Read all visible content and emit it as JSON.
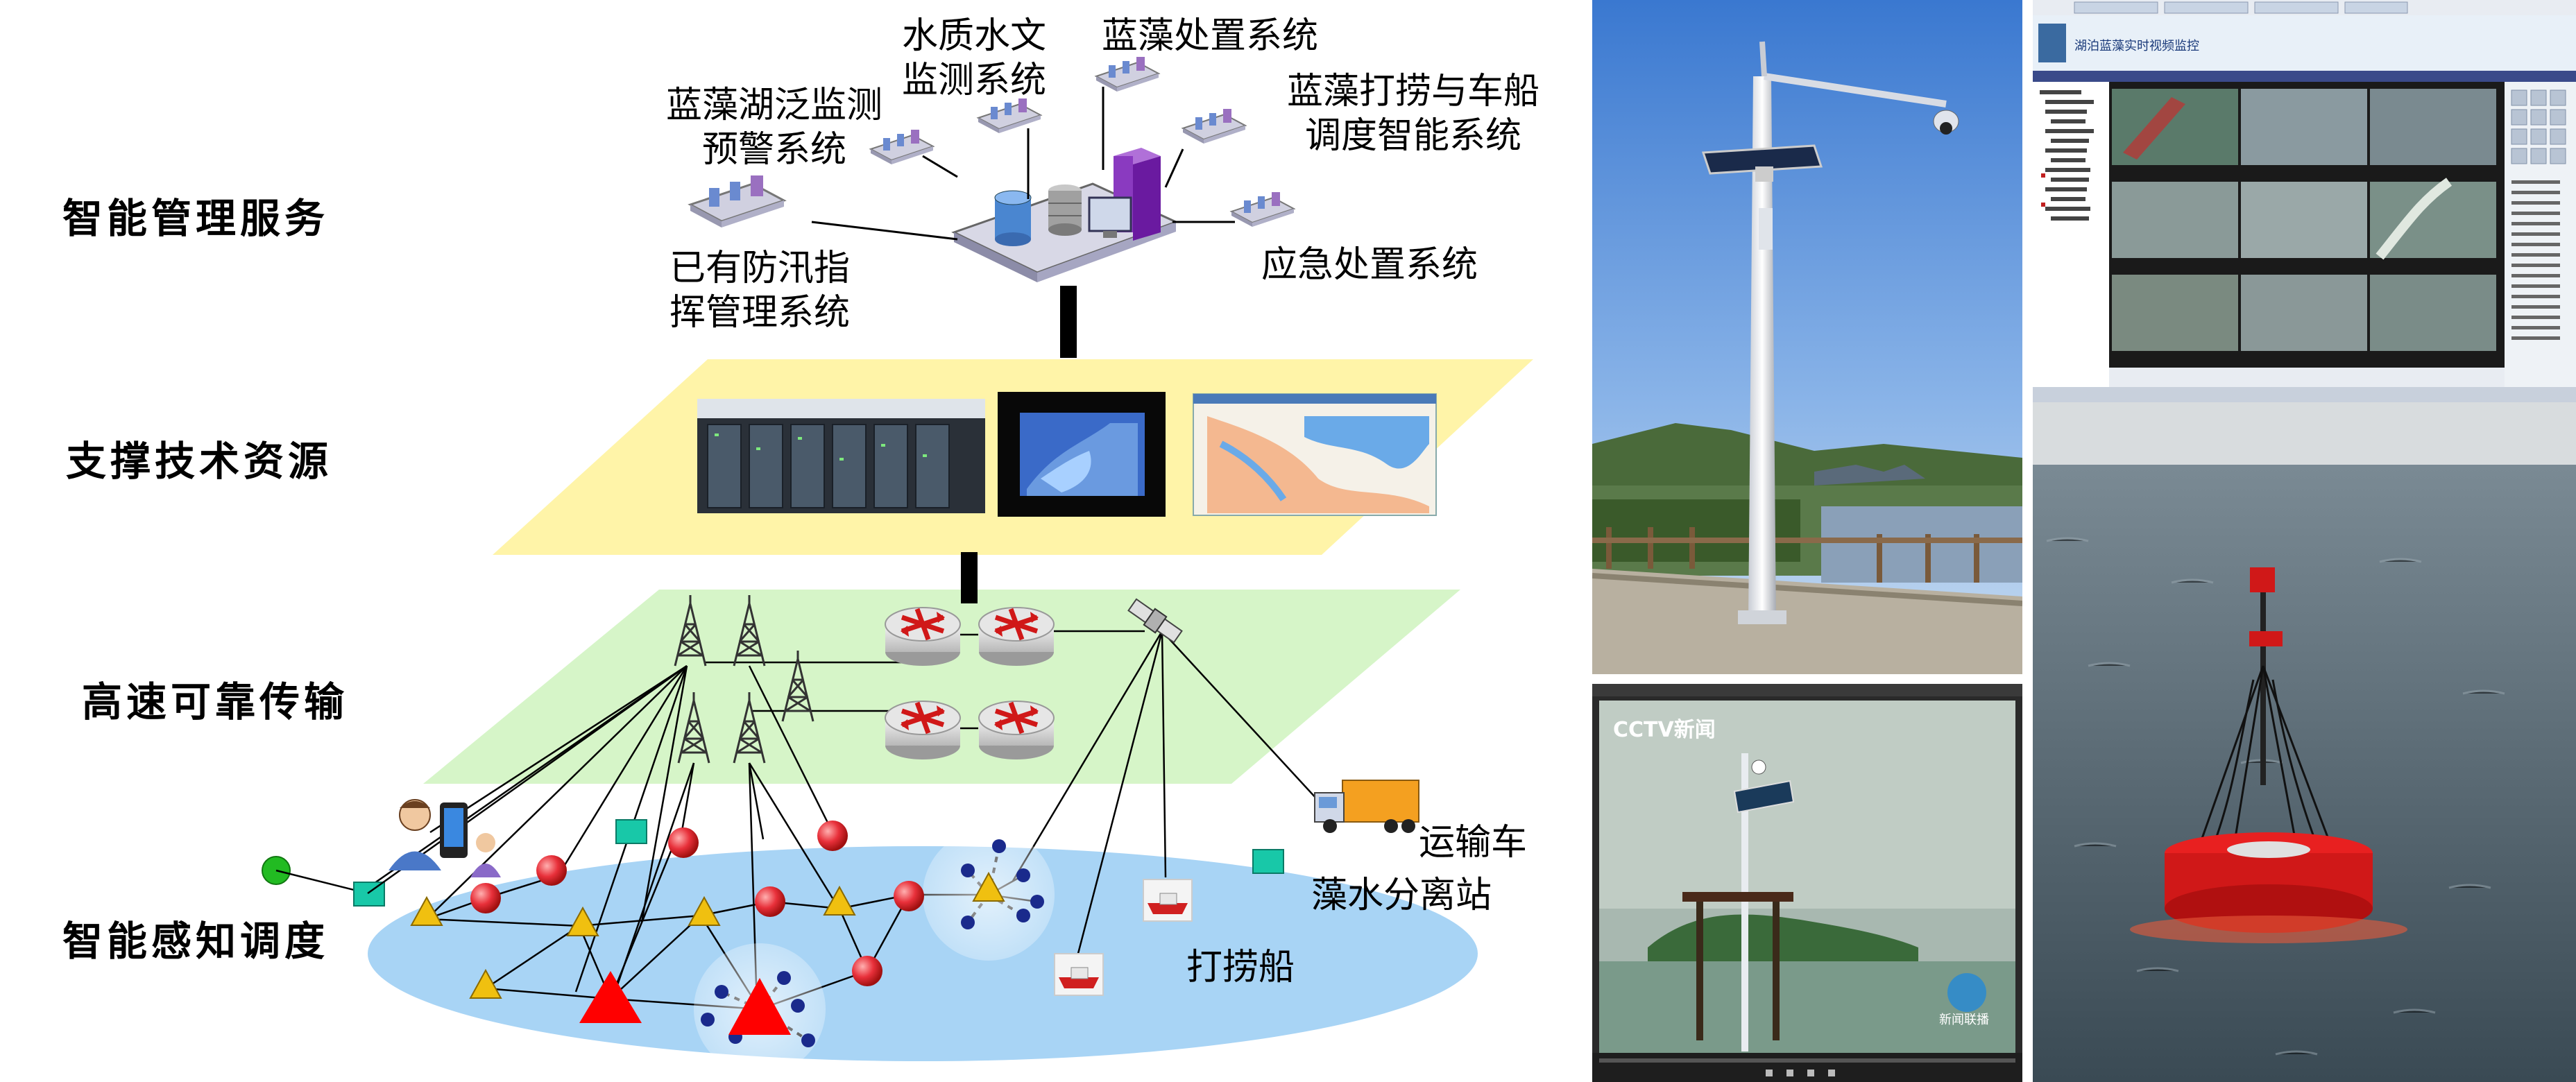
{
  "layers": {
    "management": "智能管理服务",
    "support": "支撑技术资源",
    "transmission": "高速可靠传输",
    "perception": "智能感知调度"
  },
  "systems": {
    "water_quality_line1": "水质水文",
    "water_quality_line2": "监测系统",
    "algae_disposal": "蓝藻处置系统",
    "bloom_warning_line1": "蓝藻湖泛监测",
    "bloom_warning_line2": "预警系统",
    "salvage_dispatch_line1": "蓝藻打捞与车船",
    "salvage_dispatch_line2": "调度智能系统",
    "flood_control_line1": "已有防汛指",
    "flood_control_line2": "挥管理系统",
    "emergency": "应急处置系统"
  },
  "objects": {
    "truck": "运输车",
    "separation_station": "藻水分离站",
    "salvage_boat": "打捞船"
  },
  "screenshots": {
    "monitor_title": "湖泊蓝藻实时视频监控",
    "tv_logo": "CCTV新闻",
    "tv_badge": "新闻联播"
  },
  "colors": {
    "support_plane": "#fff4a8",
    "transmission_plane": "#d6f5c8",
    "lake": "#a8d4f5",
    "triangle_red": "#ff0000",
    "triangle_yellow": "#f0c010",
    "node_red": "#e8303a"
  }
}
